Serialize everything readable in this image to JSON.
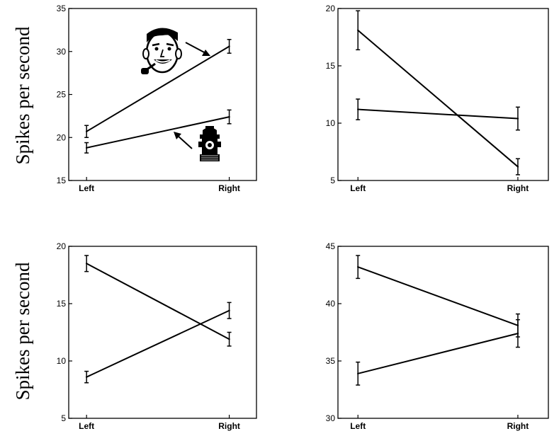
{
  "ylabel": "Spikes per second",
  "colors": {
    "ink": "#000000",
    "background": "#ffffff"
  },
  "icons": {
    "face": "man-face-with-pipe-icon",
    "object": "fire-hydrant-icon"
  },
  "chart_data": [
    {
      "type": "line",
      "categories": [
        "Left",
        "Right"
      ],
      "ylabel": "Spikes per second",
      "ylim": [
        15,
        35
      ],
      "yticks": [
        15,
        20,
        25,
        30,
        35
      ],
      "grid": false,
      "series": [
        {
          "values": [
            20.7,
            30.6
          ],
          "errors": [
            0.7,
            0.8
          ],
          "marker": "face"
        },
        {
          "values": [
            18.8,
            22.4
          ],
          "errors": [
            0.6,
            0.8
          ],
          "marker": "object"
        }
      ]
    },
    {
      "type": "line",
      "categories": [
        "Left",
        "Right"
      ],
      "ylabel": "",
      "ylim": [
        5,
        20
      ],
      "yticks": [
        5,
        10,
        15,
        20
      ],
      "grid": false,
      "series": [
        {
          "values": [
            18.1,
            6.2
          ],
          "errors": [
            1.7,
            0.7
          ]
        },
        {
          "values": [
            11.2,
            10.4
          ],
          "errors": [
            0.9,
            1.0
          ]
        }
      ]
    },
    {
      "type": "line",
      "categories": [
        "Left",
        "Right"
      ],
      "ylabel": "Spikes per second",
      "ylim": [
        5,
        20
      ],
      "yticks": [
        5,
        10,
        15,
        20
      ],
      "grid": false,
      "series": [
        {
          "values": [
            18.5,
            11.9
          ],
          "errors": [
            0.7,
            0.6
          ]
        },
        {
          "values": [
            8.6,
            14.4
          ],
          "errors": [
            0.5,
            0.7
          ]
        }
      ]
    },
    {
      "type": "line",
      "categories": [
        "Left",
        "Right"
      ],
      "ylabel": "",
      "ylim": [
        30,
        45
      ],
      "yticks": [
        30,
        35,
        40,
        45
      ],
      "grid": false,
      "series": [
        {
          "values": [
            43.2,
            38.1
          ],
          "errors": [
            1.0,
            1.0
          ]
        },
        {
          "values": [
            33.9,
            37.4
          ],
          "errors": [
            1.0,
            1.2
          ]
        }
      ]
    }
  ]
}
